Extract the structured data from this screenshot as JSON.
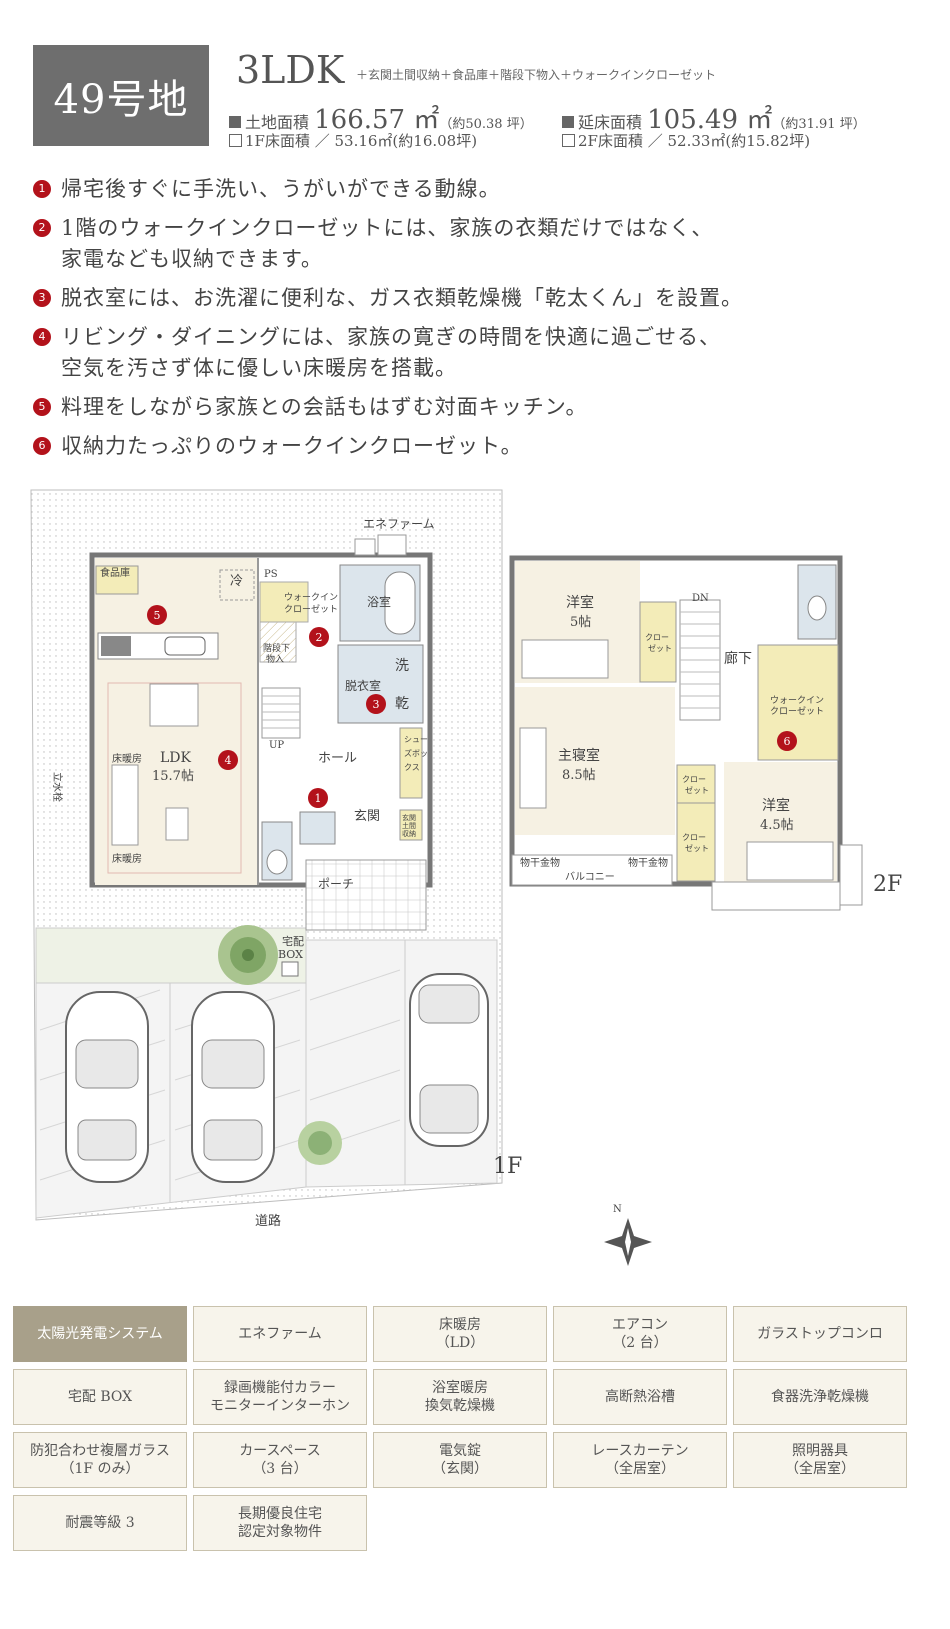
{
  "header": {
    "lot": "49号地",
    "plan": "3LDK",
    "plan_extras": "＋玄関土間収納＋食品庫＋階段下物入＋ウォークインクローゼット",
    "land_label": "土地面積",
    "land_value": "166.57 ㎡",
    "land_tsubo": "（約50.38 坪）",
    "floor_label": "延床面積",
    "floor_value": "105.49 ㎡",
    "floor_tsubo": "（約31.91 坪）",
    "f1_area": "1F床面積 ／ 53.16㎡(約16.08坪)",
    "f2_area": "2F床面積 ／ 52.33㎡(約15.82坪)"
  },
  "points": [
    {
      "num": "1",
      "lines": [
        "帰宅後すぐに手洗い、うがいができる動線。"
      ]
    },
    {
      "num": "2",
      "lines": [
        "1階のウォークインクローゼットには、家族の衣類だけではなく、",
        "家電なども収納できます。"
      ]
    },
    {
      "num": "3",
      "lines": [
        "脱衣室には、お洗濯に便利な、ガス衣類乾燥機「乾太くん」を設置。"
      ]
    },
    {
      "num": "4",
      "lines": [
        "リビング・ダイニングには、家族の寛ぎの時間を快適に過ごせる、",
        "空気を汚さず体に優しい床暖房を搭載。"
      ]
    },
    {
      "num": "5",
      "lines": [
        "料理をしながら家族との会話もはずむ対面キッチン。"
      ]
    },
    {
      "num": "6",
      "lines": [
        "収納力たっぷりのウォークインクローゼット。"
      ]
    }
  ],
  "plan_1f": {
    "floor_label": "1F",
    "road": "道路",
    "ene_farm": "エネファーム",
    "pantry": "食品庫",
    "fridge": "冷",
    "ps": "PS",
    "wic": [
      "ウォークイン",
      "クローゼット"
    ],
    "under_stairs": [
      "階段下",
      "物入"
    ],
    "bath": "浴室",
    "wash": "洗",
    "dry": "乾",
    "dressing": "脱衣室",
    "ldk": "LDK",
    "ldk_size": "15.7帖",
    "floor_heat_1": "床暖房",
    "floor_heat_2": "床暖房",
    "water_tap": "立水栓",
    "up": "UP",
    "hall": "ホール",
    "shoe_box": [
      "シュー",
      "ズボッ",
      "クス"
    ],
    "genkan": "玄関",
    "genkan_storage": [
      "玄関",
      "土間",
      "収納"
    ],
    "porch": "ポーチ",
    "delivery": [
      "宅配",
      "BOX"
    ],
    "markers": [
      "1",
      "2",
      "3",
      "4",
      "5"
    ]
  },
  "plan_2f": {
    "floor_label": "2F",
    "dn": "DN",
    "room_a": "洋室",
    "room_a_size": "5帖",
    "closet_a": [
      "クロー",
      "ゼット"
    ],
    "hall": "廊下",
    "master": "主寝室",
    "master_size": "8.5帖",
    "wic": [
      "ウォークイン",
      "クローゼット"
    ],
    "closet_b": [
      "クロー",
      "ゼット"
    ],
    "closet_c": [
      "クロー",
      "ゼット"
    ],
    "room_b": "洋室",
    "room_b_size": "4.5帖",
    "laundry_1": "物干金物",
    "laundry_2": "物干金物",
    "balcony": "バルコニー",
    "marker": "6"
  },
  "compass": "N",
  "features": [
    {
      "label": [
        "太陽光発電システム"
      ],
      "highlight": true
    },
    {
      "label": [
        "エネファーム"
      ],
      "highlight": false
    },
    {
      "label": [
        "床暖房",
        "（LD）"
      ],
      "highlight": false
    },
    {
      "label": [
        "エアコン",
        "（2 台）"
      ],
      "highlight": false
    },
    {
      "label": [
        "ガラストップコンロ"
      ],
      "highlight": false
    },
    {
      "label": [
        "宅配 BOX"
      ],
      "highlight": false
    },
    {
      "label": [
        "録画機能付カラー",
        "モニターインターホン"
      ],
      "highlight": false
    },
    {
      "label": [
        "浴室暖房",
        "換気乾燥機"
      ],
      "highlight": false
    },
    {
      "label": [
        "高断熱浴槽"
      ],
      "highlight": false
    },
    {
      "label": [
        "食器洗浄乾燥機"
      ],
      "highlight": false
    },
    {
      "label": [
        "防犯合わせ複層ガラス",
        "（1F のみ）"
      ],
      "highlight": false
    },
    {
      "label": [
        "カースペース",
        "（3 台）"
      ],
      "highlight": false
    },
    {
      "label": [
        "電気錠",
        "（玄関）"
      ],
      "highlight": false
    },
    {
      "label": [
        "レースカーテン",
        "（全居室）"
      ],
      "highlight": false
    },
    {
      "label": [
        "照明器具",
        "（全居室）"
      ],
      "highlight": false
    },
    {
      "label": [
        "耐震等級 3"
      ],
      "highlight": false
    },
    {
      "label": [
        "長期優良住宅",
        "認定対象物件"
      ],
      "highlight": false
    }
  ],
  "colors": {
    "marker": "#b3121b",
    "room_fill": "#f6f1e3",
    "wet_fill": "#dce5ec",
    "closet_fill": "#f3ecb8",
    "garden": "#eef2e6",
    "feature_bg": "#f7f4eb",
    "feature_highlight": "#a8a08a"
  }
}
